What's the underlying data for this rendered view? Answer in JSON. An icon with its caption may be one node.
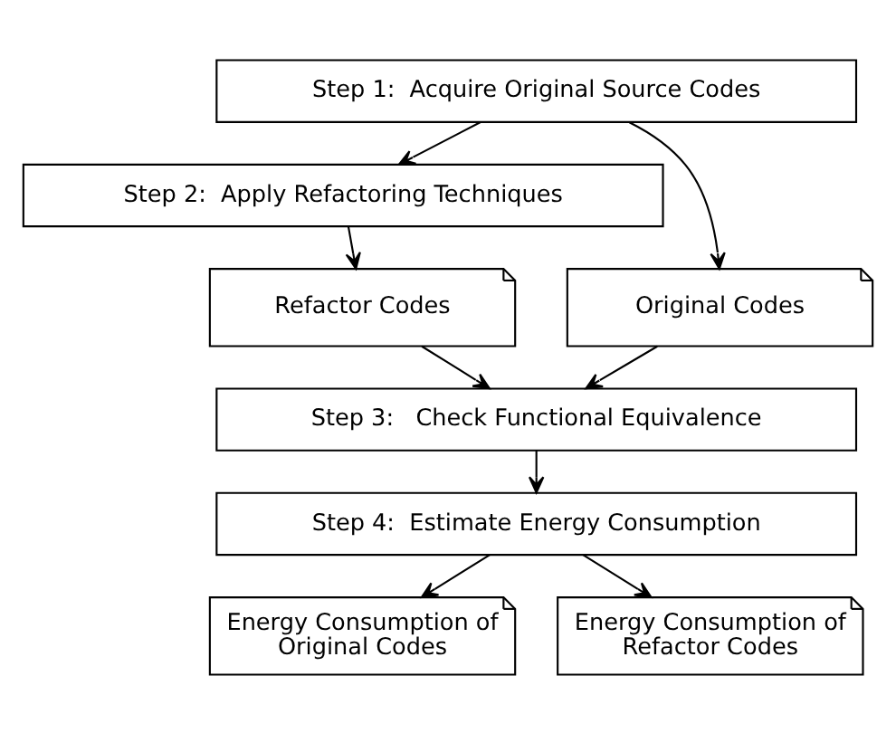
{
  "diagram": {
    "nodes": [
      {
        "text": [
          "Step 1:  Acquire Original Source Codes"
        ]
      },
      {
        "text": [
          "Step 2:  Apply Refactoring Techniques"
        ]
      },
      {
        "text": [
          "Original Codes"
        ]
      },
      {
        "text": [
          "Refactor Codes"
        ]
      },
      {
        "text": [
          "Step 3:   Check Functional Equivalence"
        ]
      },
      {
        "text": [
          "Step 4:  Estimate Energy Consumption"
        ]
      },
      {
        "text": [
          "Energy Consumption of Original Codes"
        ]
      },
      {
        "text": [
          "Energy Consumption of Refactor Codes"
        ]
      }
    ],
    "edges": [
      {
        "from": 0,
        "to": 1,
        "arrow": "to"
      },
      {
        "from": 0,
        "to": 2,
        "arrow": "to"
      },
      {
        "from": 1,
        "to": 3,
        "arrow": "to"
      },
      {
        "from": 2,
        "to": 4,
        "arrow": "to"
      },
      {
        "from": 3,
        "to": 4,
        "arrow": "to"
      },
      {
        "from": 4,
        "to": 5,
        "arrow": "to"
      },
      {
        "from": 5,
        "to": 6,
        "arrow": "to"
      },
      {
        "from": 5,
        "to": 7,
        "arrow": "to"
      }
    ]
  }
}
